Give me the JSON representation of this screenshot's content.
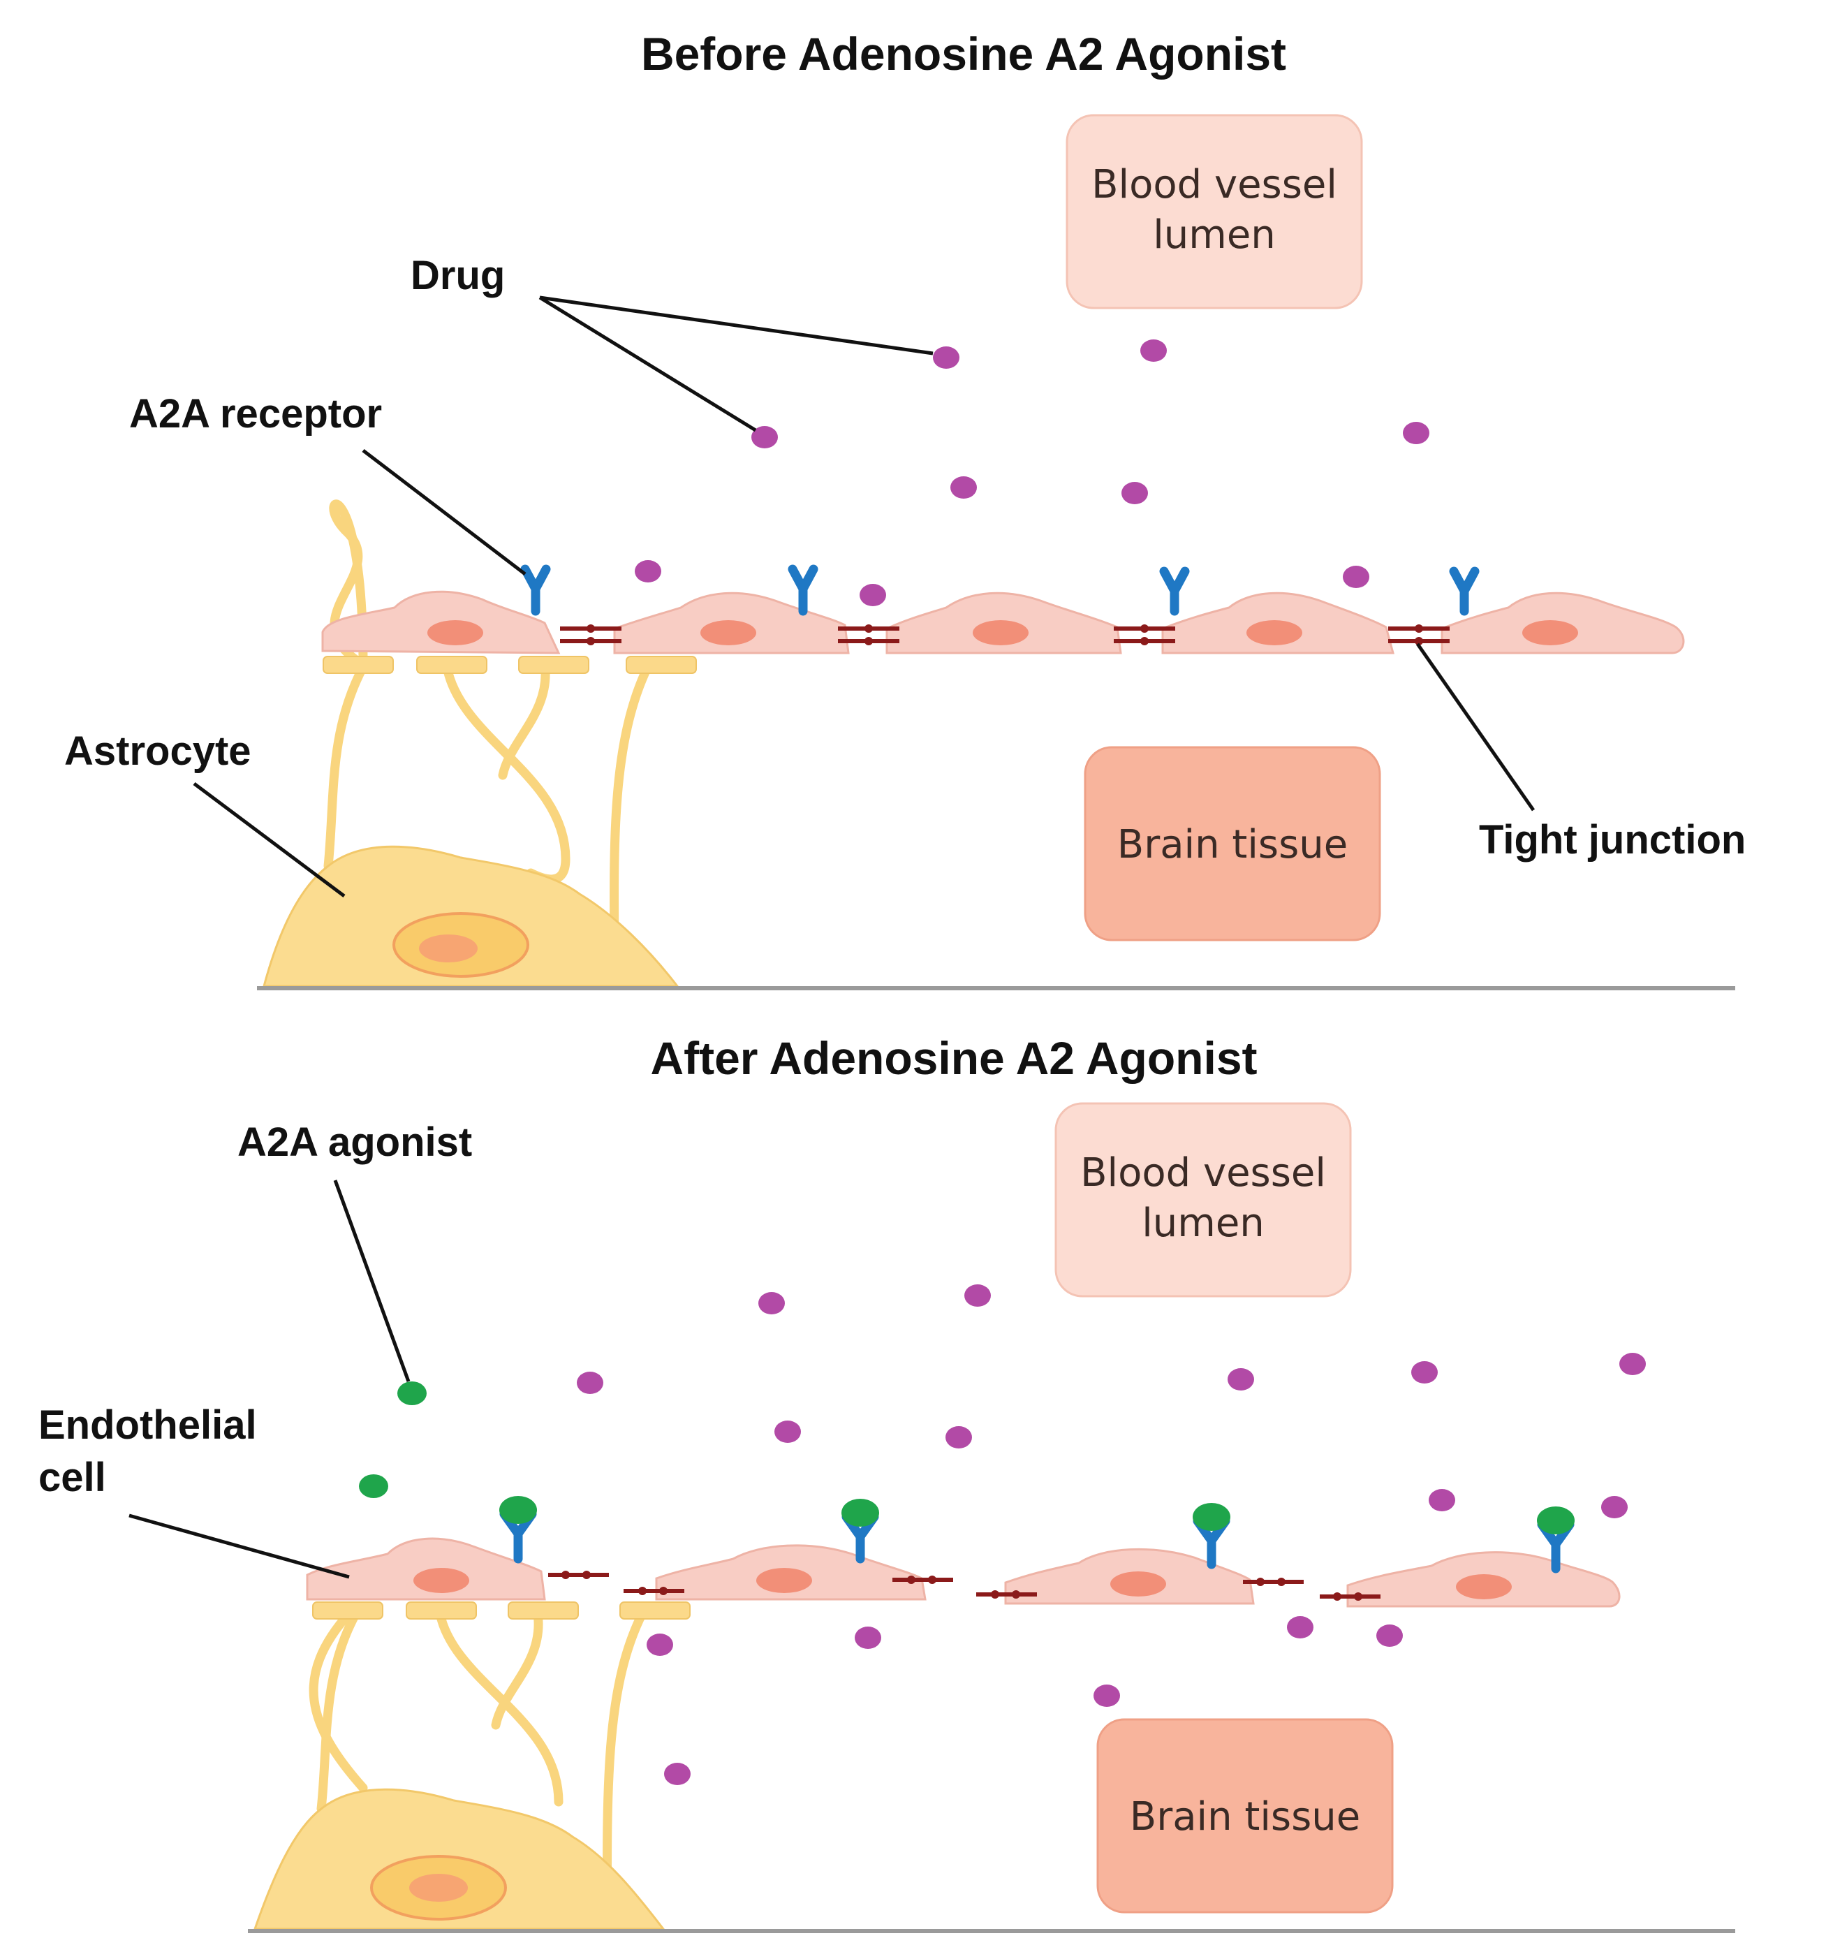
{
  "panels": {
    "before": {
      "title": "Before Adenosine A2 Agonist",
      "lumen_text": [
        "Blood vessel",
        "lumen"
      ],
      "brain_text": "Brain tissue",
      "labels": {
        "drug": "Drug",
        "receptor": "A2A receptor",
        "astrocyte": "Astrocyte",
        "tight_junction": "Tight junction"
      }
    },
    "after": {
      "title": "After Adenosine A2 Agonist",
      "lumen_text": [
        "Blood vessel",
        "lumen"
      ],
      "brain_text": "Brain tissue",
      "labels": {
        "agonist": "A2A agonist",
        "endothelial": [
          "Endothelial",
          "cell"
        ]
      }
    }
  },
  "colors": {
    "drug": "#b24aa6",
    "agonist": "#1fa54b",
    "receptor": "#1f78c4",
    "tight_junction": "#8b1a1a",
    "endothelial_cell": "#f8cdc4",
    "astrocyte": "#fbdc90",
    "lumen_box": "#fcdcd2",
    "brain_box": "#f8b49c"
  }
}
